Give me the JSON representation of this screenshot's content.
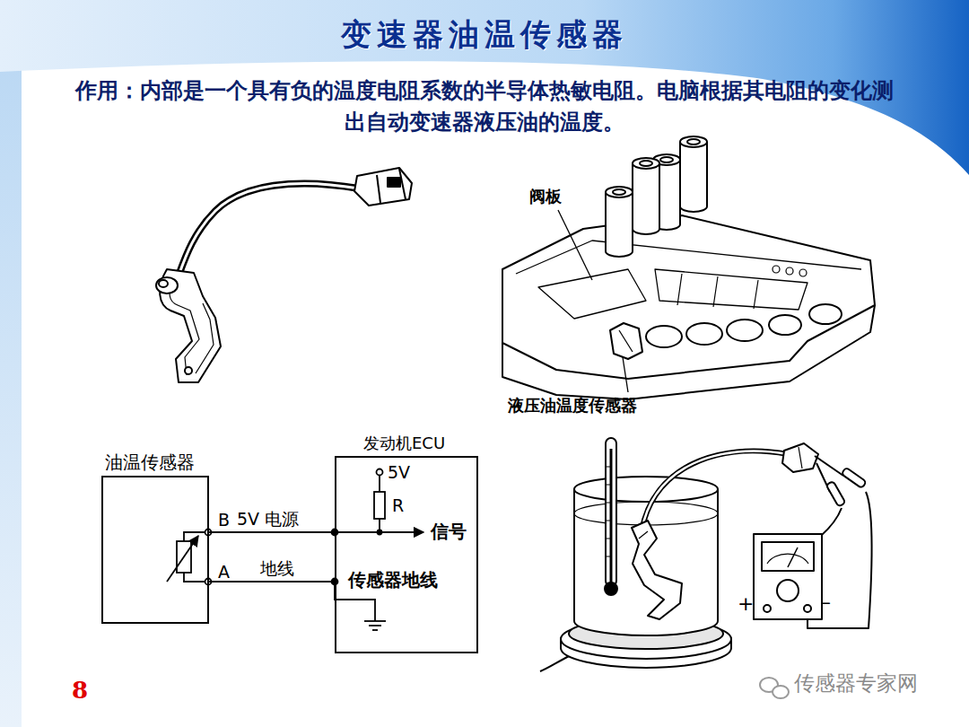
{
  "diagram": {
    "title": "变速器油温传感器",
    "nodes": [
      {
        "text": [
          "油温传感器"
        ]
      },
      {
        "text": [
          "发动机ECU"
        ]
      }
    ],
    "edges": [
      {
        "from": 0,
        "to": 1,
        "arrow": "none",
        "label": "5V 电源"
      },
      {
        "from": 0,
        "to": 1,
        "arrow": "none",
        "label": "地线"
      }
    ],
    "labels": [
      "作用：内部是一个具有负的温度电阻系数的半导体热敏电阻。电脑根据其电阻的变化测出自动变速器液压油的温度。",
      "阀板",
      "液压油温度传感器",
      "B",
      "A",
      "5V",
      "R",
      "信号",
      "传感器地线",
      "+",
      "–",
      "8",
      "传感器专家网"
    ]
  }
}
